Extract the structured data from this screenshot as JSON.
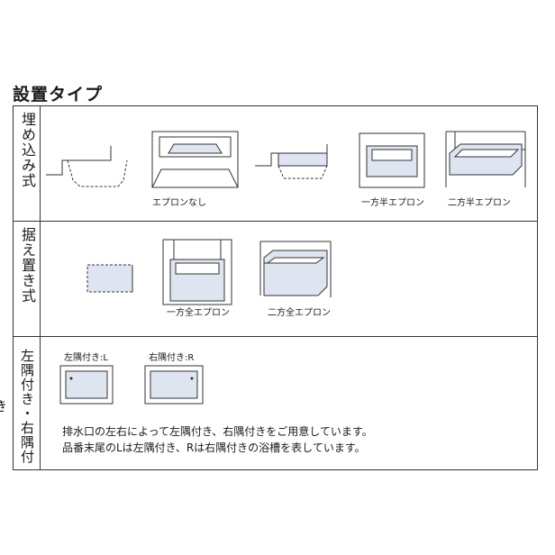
{
  "title": "設置タイプ",
  "rows": {
    "built_in": {
      "label": "埋め込み式",
      "captions": [
        "エプロンなし",
        "一方半エプロン",
        "二方半エプロン"
      ]
    },
    "freestanding": {
      "label": "据え置き式",
      "captions": [
        "一方全エプロン",
        "二方全エプロン"
      ]
    },
    "corner": {
      "label": "左隅付き・右隅付き",
      "left_label": "左隅付き:L",
      "right_label": "右隅付き:R",
      "notes": [
        "排水口の左右によって左隅付き、右隅付きをご用意しています。",
        "品番末尾のLは左隅付き、Rは右隅付きの浴槽を表しています。"
      ]
    }
  },
  "colors": {
    "tub_fill": "#dfe4f1",
    "line": "#333333"
  }
}
